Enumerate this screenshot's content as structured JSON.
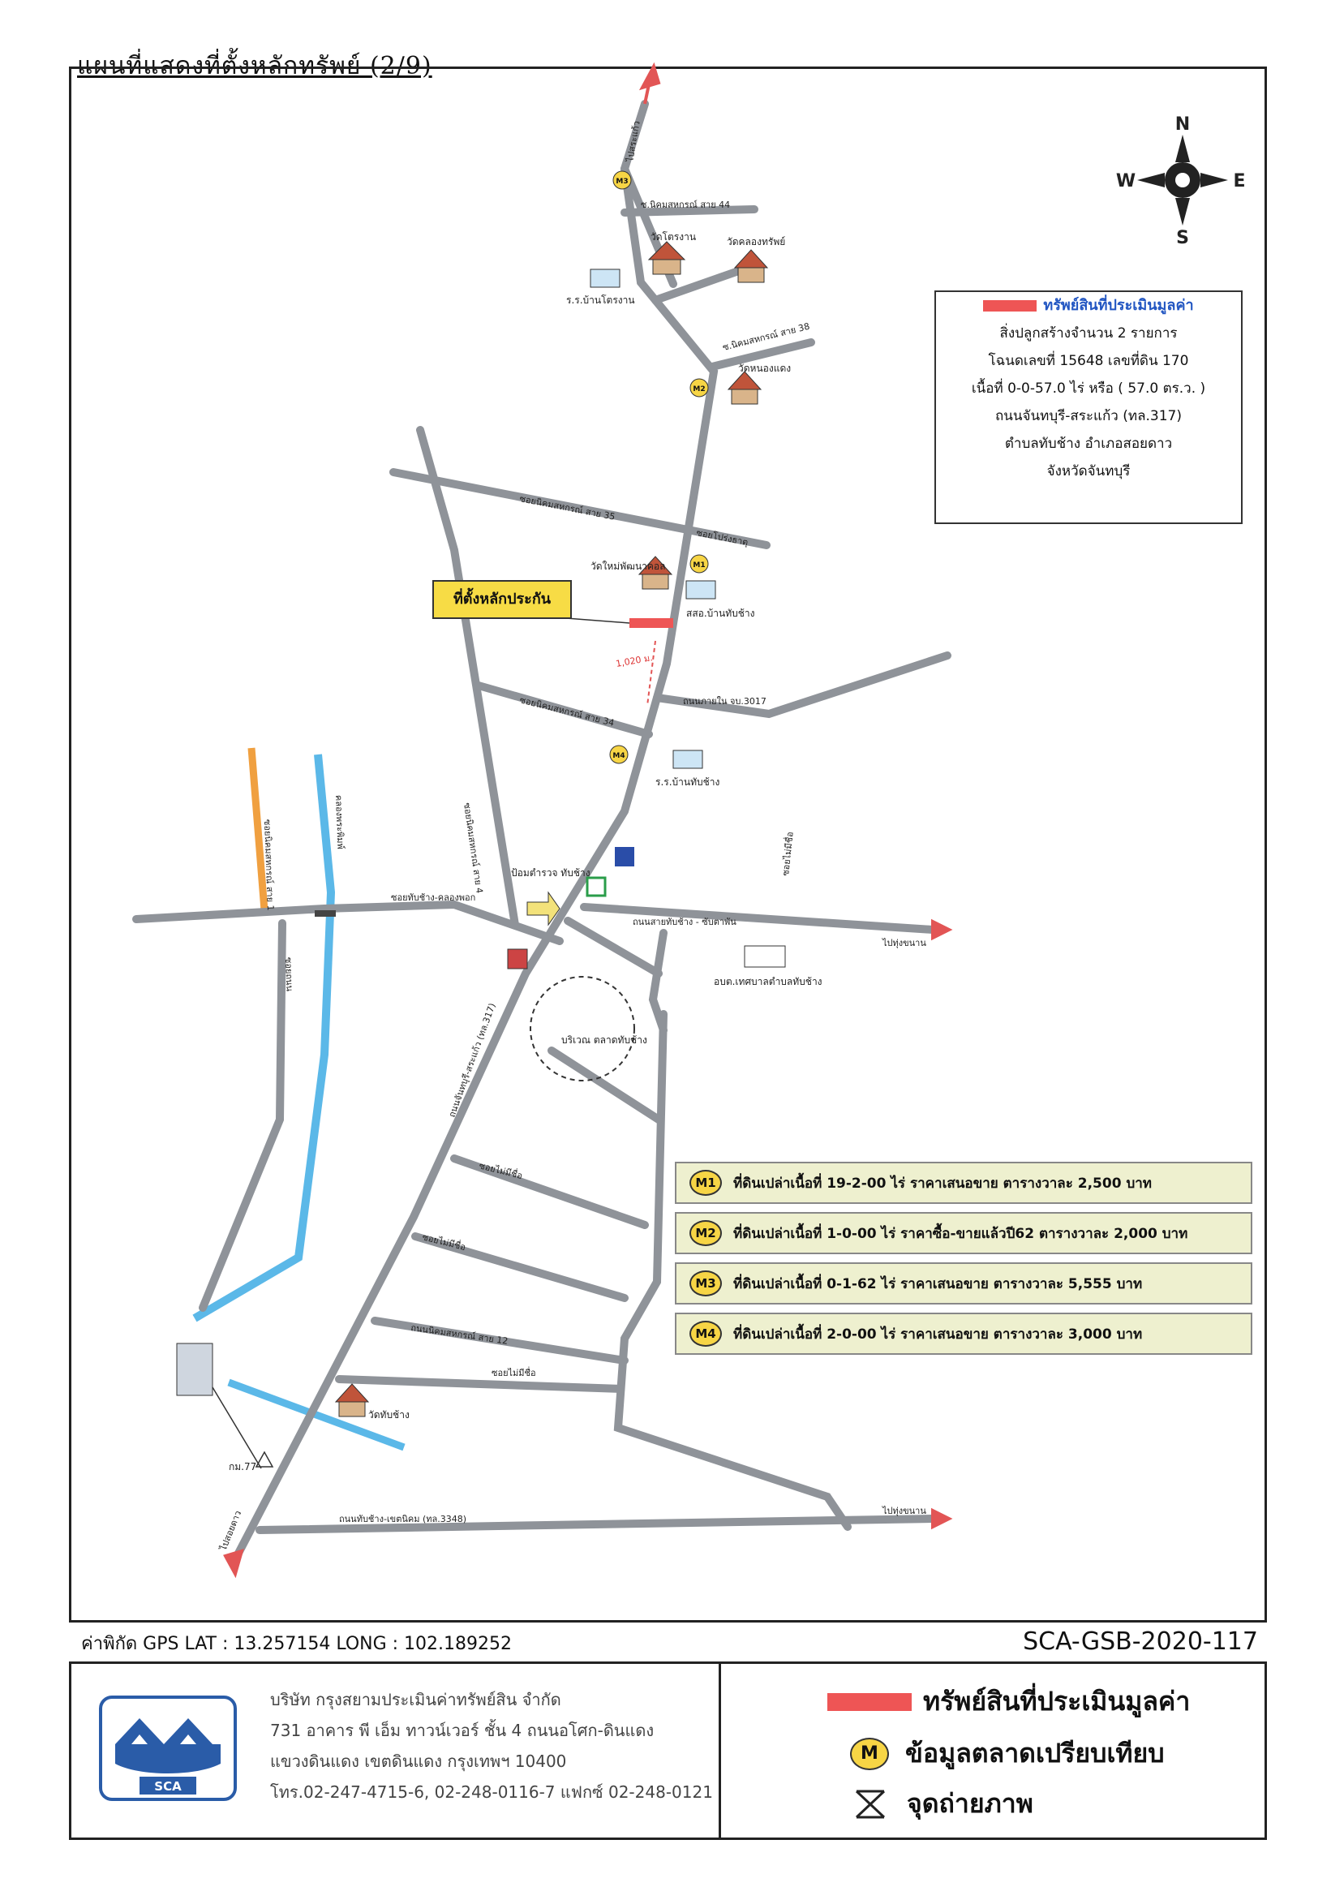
{
  "page_title": "แผนที่แสดงที่ตั้งหลักทรัพย์ (2/9)",
  "compass": {
    "n": "N",
    "s": "S",
    "e": "E",
    "w": "W"
  },
  "info_box": {
    "legend": "ทรัพย์สินที่ประเมินมูลค่า",
    "line1": "สิ่งปลูกสร้างจำนวน 2 รายการ",
    "line2": "โฉนดเลขที่ 15648 เลขที่ดิน 170",
    "line3": "เนื้อที่ 0-0-57.0 ไร่ หรือ ( 57.0 ตร.ว. )",
    "line4": "ถนนจันทบุรี-สระแก้ว (ทล.317)",
    "line5": "ตำบลทับช้าง อำเภอสอยดาว",
    "line6": "จังหวัดจันทบุรี"
  },
  "site_label": "ที่ตั้งหลักประกัน",
  "road_labels": {
    "r1": "ไปสระแก้ว",
    "r2": "ซ.นิคมสหกรณ์ สาย 44",
    "r3": "ซ.นิคมสหกรณ์ สาย 38",
    "r4": "ซอยนิคมสหกรณ์ สาย 35",
    "r5": "ซอยโปร่งธาตุ",
    "r6": "ถนนภายใน จบ.3017",
    "r7": "ซอยนิคมสหกรณ์ สาย 34",
    "r8": "ซอยนิคมสหกรณ์ สาย 4",
    "r9": "ซอยทับช้าง-คลองพอก",
    "r10": "ถนนสายทับช้าง - ซับตาพัน",
    "r11": "ไปทุ่งขนาน",
    "r12": "ถนนจันทบุรี-สระแก้ว (ทล.317)",
    "r13": "ซอยไม่มีชื่อ",
    "r14": "ซอยไม่มีชื่อ",
    "r15": "ถนนนิคมสหกรณ์ สาย 12",
    "r16": "ซอยไม่มีชื่อ",
    "r17": "ถนนทับช้าง-เขตนิคม (ทล.3348)",
    "r18": "ไปทุ่งขนาน",
    "r19": "ไปสอยดาว",
    "r20": "คลองพระพิมพ์",
    "r21": "ซอยนิคมสหกรณ์ สาย 1",
    "r22": "ซอยถนน",
    "r23": "ซอยไม่มีชื่อ",
    "dist": "1,020 ม."
  },
  "place_labels": {
    "p1": "วัดโตรงาน",
    "p2": "วัดคลองทรัพย์",
    "p3": "ร.ร.บ้านโตรงาน",
    "p4": "วัดหนองแดง",
    "p5": "วัดใหม่พัฒนาคอล",
    "p6": "สสอ.บ้านทับช้าง",
    "p7": "ร.ร.บ้านทับช้าง",
    "p8": "ป้อมตำรวจ ทับช้าง",
    "p9": "อบต.เทศบาลตำบลทับช้าง",
    "p10": "บริเวณ ตลาดทับช้าง",
    "p11": "วัดทับช้าง",
    "p12": "กม.77"
  },
  "markers": {
    "m1": "M1",
    "m2": "M2",
    "m3": "M3",
    "m4": "M4"
  },
  "market_rows": [
    {
      "badge": "M1",
      "text": "ที่ดินเปล่าเนื้อที่ 19-2-00 ไร่ ราคาเสนอขาย ตารางวาละ 2,500 บาท"
    },
    {
      "badge": "M2",
      "text": "ที่ดินเปล่าเนื้อที่ 1-0-00 ไร่ ราคาซื้อ-ขายแล้วปี62 ตารางวาละ 2,000 บาท"
    },
    {
      "badge": "M3",
      "text": "ที่ดินเปล่าเนื้อที่ 0-1-62 ไร่ ราคาเสนอขาย ตารางวาละ 5,555 บาท"
    },
    {
      "badge": "M4",
      "text": "ที่ดินเปล่าเนื้อที่ 2-0-00 ไร่ ราคาเสนอขาย ตารางวาละ 3,000 บาท"
    }
  ],
  "gps": "ค่าพิกัด GPS  LAT : 13.257154  LONG : 102.189252",
  "ref_code": "SCA-GSB-2020-117",
  "company": {
    "name": "บริษัท กรุงสยามประเมินค่าทรัพย์สิน จำกัด",
    "addr1": "731 อาคาร พี เอ็ม ทาวน์เวอร์ ชั้น 4 ถนนอโศก-ดินแดง",
    "addr2": "แขวงดินแดง เขตดินแดง กรุงเทพฯ 10400",
    "phone": "โทร.02-247-4715-6, 02-248-0116-7 แฟกซ์ 02-248-0121",
    "logo_text": "SCA"
  },
  "legend": {
    "item1": "ทรัพย์สินที่ประเมินมูลค่า",
    "item2_badge": "M",
    "item2": "ข้อมูลตลาดเปรียบเทียบ",
    "item3": "จุดถ่ายภาพ"
  },
  "colors": {
    "road": "#8f9399",
    "canal": "#5bb8e8",
    "orange_road": "#f0a040",
    "site": "#ee5555",
    "badge": "#f7d545"
  }
}
